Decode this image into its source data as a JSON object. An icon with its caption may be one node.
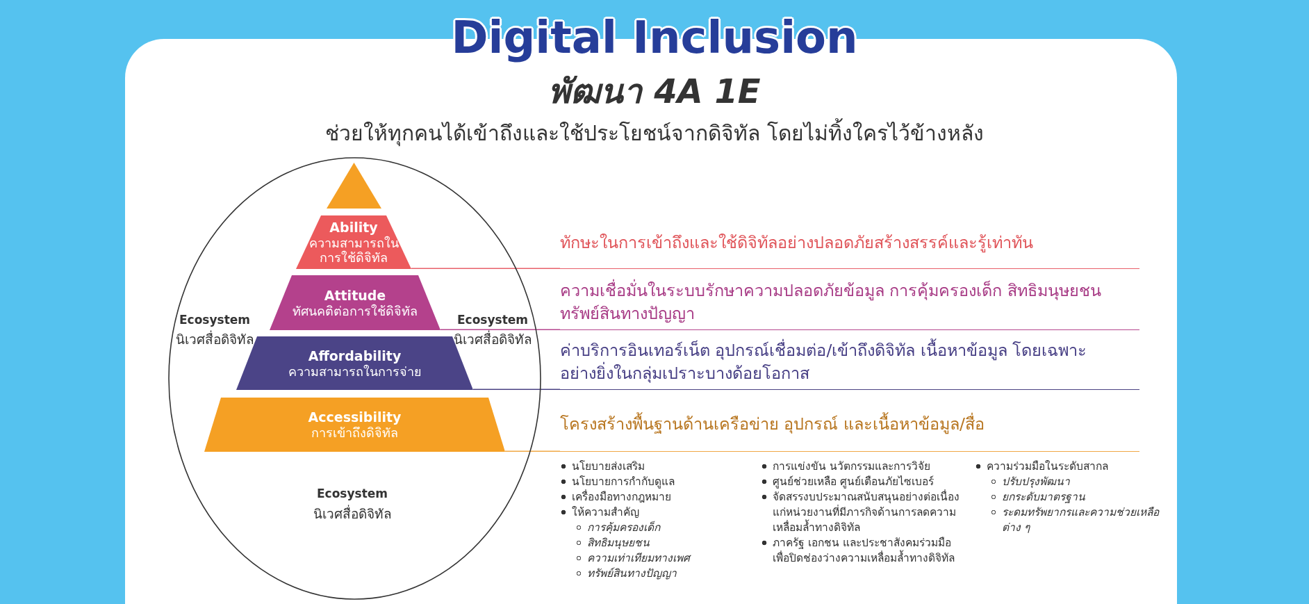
{
  "diagram": {
    "title": "Digital Inclusion",
    "nodes": [
      {
        "text": [
          "Ecosystem",
          "นิเวศสื่อดิจิทัล",
          "Ecosystem",
          "นิเวศสื่อดิจิทัล",
          "Ecosystem",
          "นิเวศสื่อดิจิทัล"
        ]
      },
      {
        "text": [],
        "shape": "triangle",
        "in": 0
      },
      {
        "text": [
          "Ability",
          "ความสามารถในการใช้ดิจิทัล"
        ],
        "in": 0
      },
      {
        "text": [
          "Attitude",
          "ทัศนคติต่อการใช้ดิจิทัล"
        ],
        "in": 0
      },
      {
        "text": [
          "Affordability",
          "ความสามารถในการจ่าย"
        ],
        "in": 0
      },
      {
        "text": [
          "Accessibility",
          "การเข้าถึงดิจิทัล"
        ],
        "in": 0
      },
      {
        "text": [
          "ทักษะในการเข้าถึงและใช้ดิจิทัลอย่างปลอดภัยสร้างสรรค์และรู้เท่าทัน"
        ]
      },
      {
        "text": [
          "ความเชื่อมั่นในระบบรักษาความปลอดภัยข้อมูล การคุ้มครองเด็ก สิทธิมนุษยชน ทรัพย์สินทางปัญญา"
        ]
      },
      {
        "text": [
          "ค่าบริการอินเทอร์เน็ต อุปกรณ์เชื่อมต่อ/เข้าถึงดิจิทัล เนื้อหาข้อมูล โดยเฉพาะอย่างยิ่งในกลุ่มเปราะบางด้อยโอกาส"
        ]
      },
      {
        "text": [
          "โครงสร้างพื้นฐานด้านเครือข่าย อุปกรณ์ และเนื้อหาข้อมูล/สื่อ"
        ]
      }
    ],
    "edges": [
      {
        "from": 2,
        "to": 6,
        "arrow": "none",
        "color": "#e8606a"
      },
      {
        "from": 3,
        "to": 7,
        "arrow": "none",
        "color": "#b5478f"
      },
      {
        "from": 4,
        "to": 8,
        "arrow": "none",
        "color": "#4b4283"
      },
      {
        "from": 5,
        "to": 9,
        "arrow": "none",
        "color": "#f0a845"
      }
    ],
    "labels": [
      "พัฒนา 4A 1E",
      "ช่วยให้ทุกคนได้เข้าถึงและใช้ประโยชน์จากดิจิทัล โดยไม่ทิ้งใครไว้ข้างหลัง",
      "นโยบายส่งเสริม",
      "นโยบายการกำกับดูแล",
      "เครื่องมือทางกฎหมาย",
      "ให้ความสำคัญ",
      "การคุ้มครองเด็ก",
      "สิทธิมนุษยชน",
      "ความเท่าเทียมทางเพศ",
      "ทรัพย์สินทางปัญญา",
      "การแข่งขัน นวัตกรรมและการวิจัย",
      "ศูนย์ช่วยเหลือ ศูนย์เตือนภัยไซเบอร์",
      "จัดสรรงบประมาณสนับสนุนอย่างต่อเนื่อง แก่หน่วยงานที่มีภารกิจด้านการลดความเหลื่อมล้ำทางดิจิทัล",
      "ภาครัฐ เอกชน และประชาสังคมร่วมมือเพื่อปิดช่องว่างความเหลื่อมล้ำทางดิจิทัล",
      "ความร่วมมือในระดับสากล",
      "ปรับปรุงพัฒนา",
      "ยกระดับมาตรฐาน",
      "ระดมทรัพยากรและความช่วยเหลือต่าง ๆ"
    ]
  }
}
